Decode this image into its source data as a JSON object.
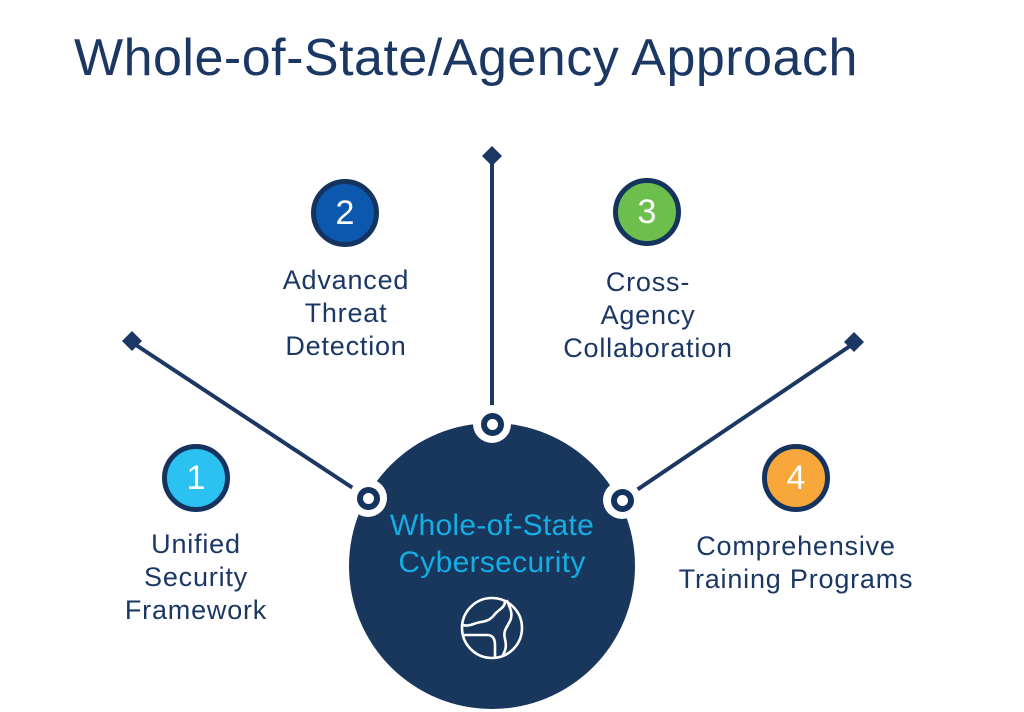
{
  "title": "Whole-of-State/Agency Approach",
  "colors": {
    "navy": "#1B3763",
    "border_navy": "#14335E",
    "center_fill": "#19365C",
    "center_text": "#14AEE4",
    "white": "#FFFFFF",
    "item1": "#2BC2F2",
    "item2": "#0B58AE",
    "item3": "#6CBF4D",
    "item4": "#F8A73A"
  },
  "center": {
    "lines": [
      "Whole-of-State",
      "Cybersecurity"
    ],
    "icon": "globe-icon"
  },
  "items": [
    {
      "number": "1",
      "lines": [
        "Unified",
        "Security",
        "Framework"
      ],
      "color": "#2BC2F2"
    },
    {
      "number": "2",
      "lines": [
        "Advanced",
        "Threat",
        "Detection"
      ],
      "color": "#0B58AE"
    },
    {
      "number": "3",
      "lines": [
        "Cross-",
        "Agency",
        "Collaboration"
      ],
      "color": "#6CBF4D"
    },
    {
      "number": "4",
      "lines": [
        "Comprehensive",
        "Training Programs"
      ],
      "color": "#F8A73A"
    }
  ]
}
